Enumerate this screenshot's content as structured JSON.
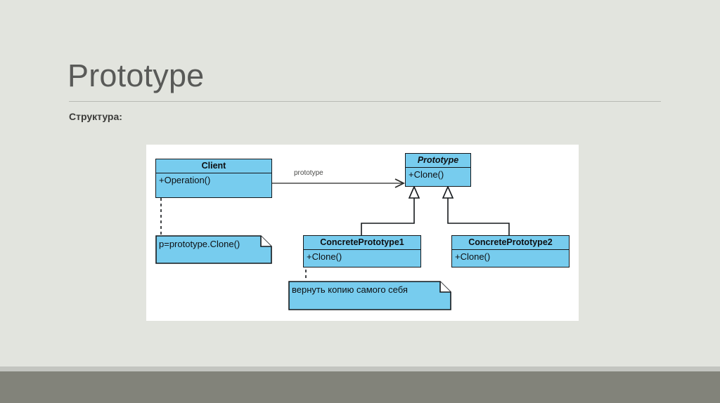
{
  "slide": {
    "title": "Prototype",
    "subtitle": "Структура:",
    "background_color": "#e2e4de",
    "footer_color": "#82837a"
  },
  "diagram": {
    "type": "uml-class-diagram",
    "panel_background": "#ffffff",
    "box_fill": "#77ccee",
    "box_border": "#15181c",
    "classes": [
      {
        "id": "client",
        "name": "Client",
        "abstract": false,
        "operations": "+Operation()"
      },
      {
        "id": "prototype",
        "name": "Prototype",
        "abstract": true,
        "operations": "+Clone()"
      },
      {
        "id": "concrete1",
        "name": "ConcretePrototype1",
        "abstract": false,
        "operations": "+Clone()"
      },
      {
        "id": "concrete2",
        "name": "ConcretePrototype2",
        "abstract": false,
        "operations": "+Clone()"
      }
    ],
    "notes": [
      {
        "id": "note-client",
        "text": "p=prototype.Clone()"
      },
      {
        "id": "note-concrete1",
        "text": "вернуть копию самого себя"
      }
    ],
    "associations": [
      {
        "from": "client",
        "to": "prototype",
        "label": "prototype",
        "kind": "association"
      },
      {
        "from": "concrete1",
        "to": "prototype",
        "label": "",
        "kind": "generalization"
      },
      {
        "from": "concrete2",
        "to": "prototype",
        "label": "",
        "kind": "generalization"
      }
    ]
  }
}
